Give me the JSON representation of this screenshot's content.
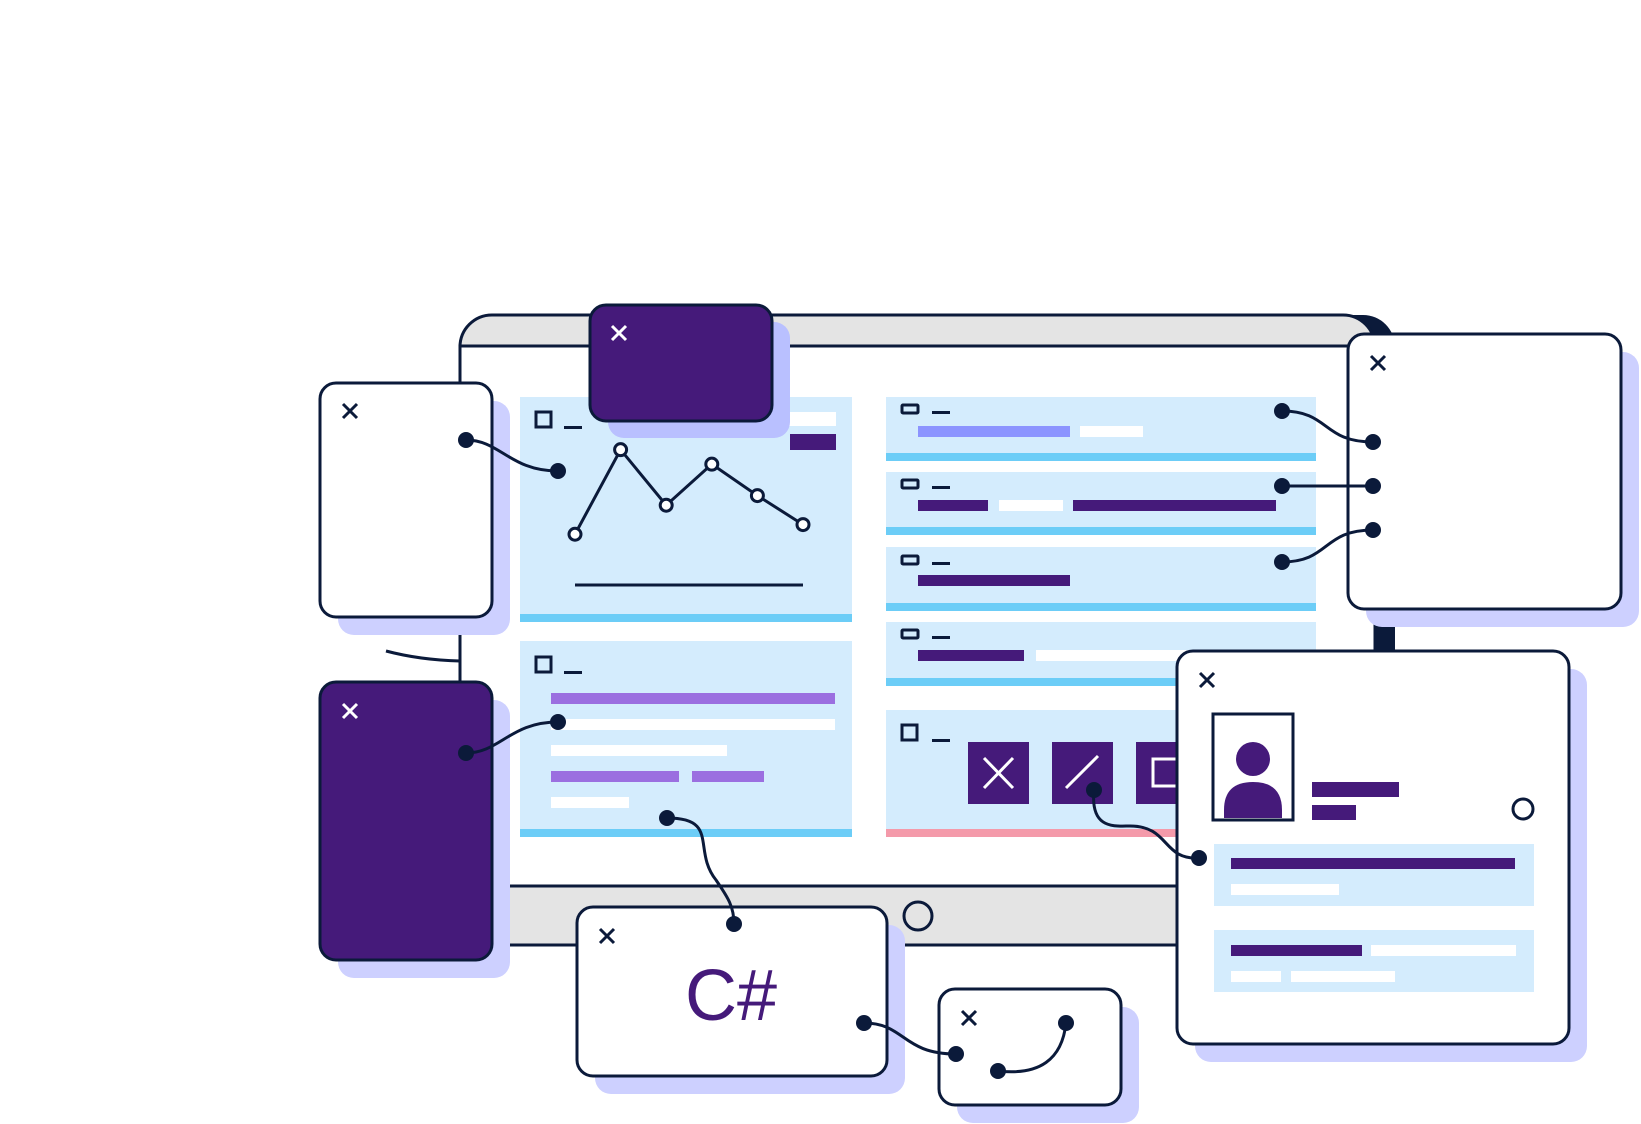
{
  "colors": {
    "outline": "#0b1a3a",
    "purple": "#451a7a",
    "light_purple": "#9b6fe0",
    "periwinkle": "#8c94ff",
    "shadow": "#cdd0ff",
    "panel": "#d4ecfd",
    "panel_accent": "#6ccdf7",
    "error_accent": "#f49aaa",
    "device": "#e4e4e4",
    "white": "#ffffff"
  },
  "icons": {
    "close": "close-icon",
    "checkbox": "checkbox-icon",
    "minus": "minus-icon",
    "delete": "delete-icon",
    "edit": "edit-icon",
    "copy": "copy-icon",
    "user": "user-icon",
    "radio": "radio-icon"
  },
  "chart_data": {
    "type": "line",
    "x": [
      1,
      2,
      3,
      4,
      5,
      6
    ],
    "y": [
      2.1,
      5.6,
      3.3,
      5.0,
      3.7,
      2.5
    ],
    "ylim": [
      0,
      6
    ],
    "grid": false,
    "legend": "none"
  },
  "code_window": {
    "label": "C#"
  }
}
